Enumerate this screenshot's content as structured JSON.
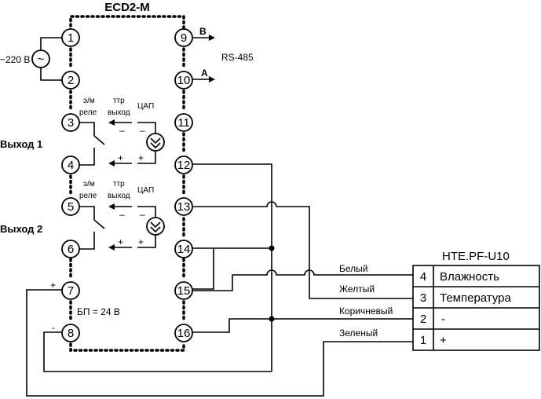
{
  "controller": {
    "title": "ECD2-M",
    "terminals_left": [
      "1",
      "2",
      "3",
      "4",
      "5",
      "6",
      "7",
      "8"
    ],
    "terminals_right": [
      "9",
      "10",
      "11",
      "12",
      "13",
      "14",
      "15",
      "16"
    ],
    "mains_label": "~220 В",
    "mains_symbol": "~",
    "rs485_label": "RS-485",
    "rs485_b": "B",
    "rs485_a": "A",
    "relay_label_1": "э/м",
    "relay_label_2": "реле",
    "ttr_label_1": "ттр",
    "ttr_label_2": "выход",
    "dac_label": "ЦАП",
    "plus": "+",
    "minus": "–",
    "output1": "Выход 1",
    "output2": "Выход 2",
    "power_label": "БП = 24 В",
    "power_plus": "+",
    "power_minus": "-"
  },
  "wires": {
    "white": "Белый",
    "yellow": "Желтый",
    "brown": "Коричневый",
    "green": "Зеленый"
  },
  "sensor": {
    "title": "HTE.PF-U10",
    "rows": [
      {
        "num": "4",
        "label": "Влажность"
      },
      {
        "num": "3",
        "label": "Температура"
      },
      {
        "num": "2",
        "label": "-"
      },
      {
        "num": "1",
        "label": "+"
      }
    ]
  }
}
